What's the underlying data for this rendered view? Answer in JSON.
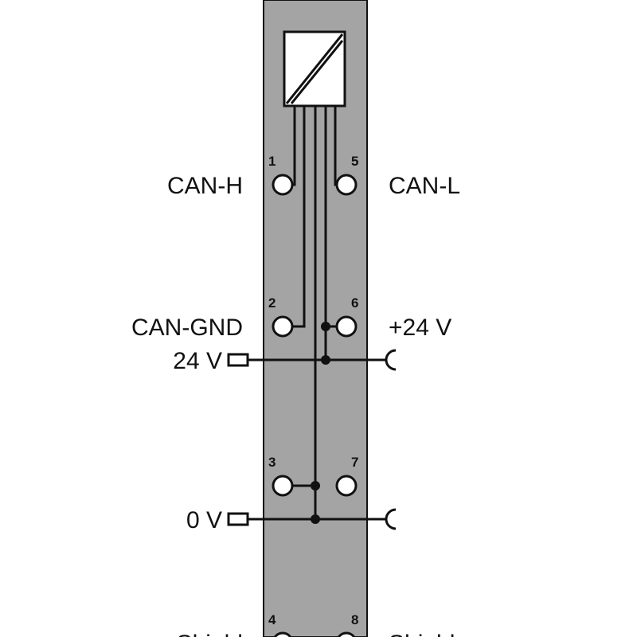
{
  "colors": {
    "module_fill": "#a4a4a4",
    "wire": "#111111",
    "background": "#ffffff",
    "terminal_fill": "#ffffff"
  },
  "icons": [
    "signal-converter-icon",
    "plug-connector-icon",
    "socket-connector-icon"
  ],
  "terminals": {
    "t1": {
      "number": "1",
      "label": "CAN-H"
    },
    "t2": {
      "number": "2",
      "label": "CAN-GND"
    },
    "t3": {
      "number": "3",
      "label": ""
    },
    "t4": {
      "number": "4",
      "label": "Shield"
    },
    "t5": {
      "number": "5",
      "label": "CAN-L"
    },
    "t6": {
      "number": "6",
      "label": "+24 V"
    },
    "t7": {
      "number": "7",
      "label": ""
    },
    "t8": {
      "number": "8",
      "label": "Shield"
    }
  },
  "power_contacts": {
    "supply_24v": {
      "label": "24 V"
    },
    "supply_0v": {
      "label": "0 V"
    }
  }
}
